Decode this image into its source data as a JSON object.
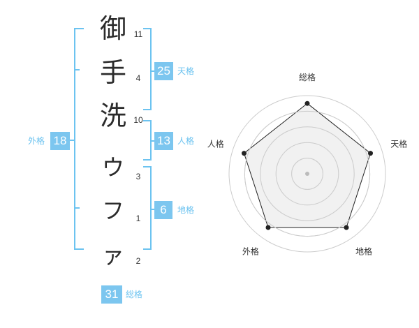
{
  "name": {
    "surname": [
      {
        "char": "御",
        "strokes": "11"
      },
      {
        "char": "手",
        "strokes": "4"
      },
      {
        "char": "洗",
        "strokes": "10"
      }
    ],
    "given": [
      {
        "char": "ウ",
        "strokes": "3"
      },
      {
        "char": "フ",
        "strokes": "1"
      },
      {
        "char": "ァ",
        "strokes": "2"
      }
    ]
  },
  "fortunes": {
    "tenkaku": {
      "value": "25",
      "label": "天格"
    },
    "jinkaku": {
      "value": "13",
      "label": "人格"
    },
    "chikaku": {
      "value": "6",
      "label": "地格"
    },
    "gaikaku": {
      "value": "18",
      "label": "外格"
    },
    "soukaku": {
      "value": "31",
      "label": "総格"
    }
  },
  "chart_data": {
    "type": "radar",
    "axes": [
      "総格",
      "天格",
      "地格",
      "外格",
      "人格"
    ],
    "values": [
      0.9,
      0.85,
      0.85,
      0.85,
      0.85
    ],
    "max": 1.0,
    "rings": 5,
    "grid": true,
    "colors": {
      "line": "#222222",
      "fill": "#eeeeee",
      "ring": "#cccccc",
      "center": "#bbbbbb"
    }
  }
}
